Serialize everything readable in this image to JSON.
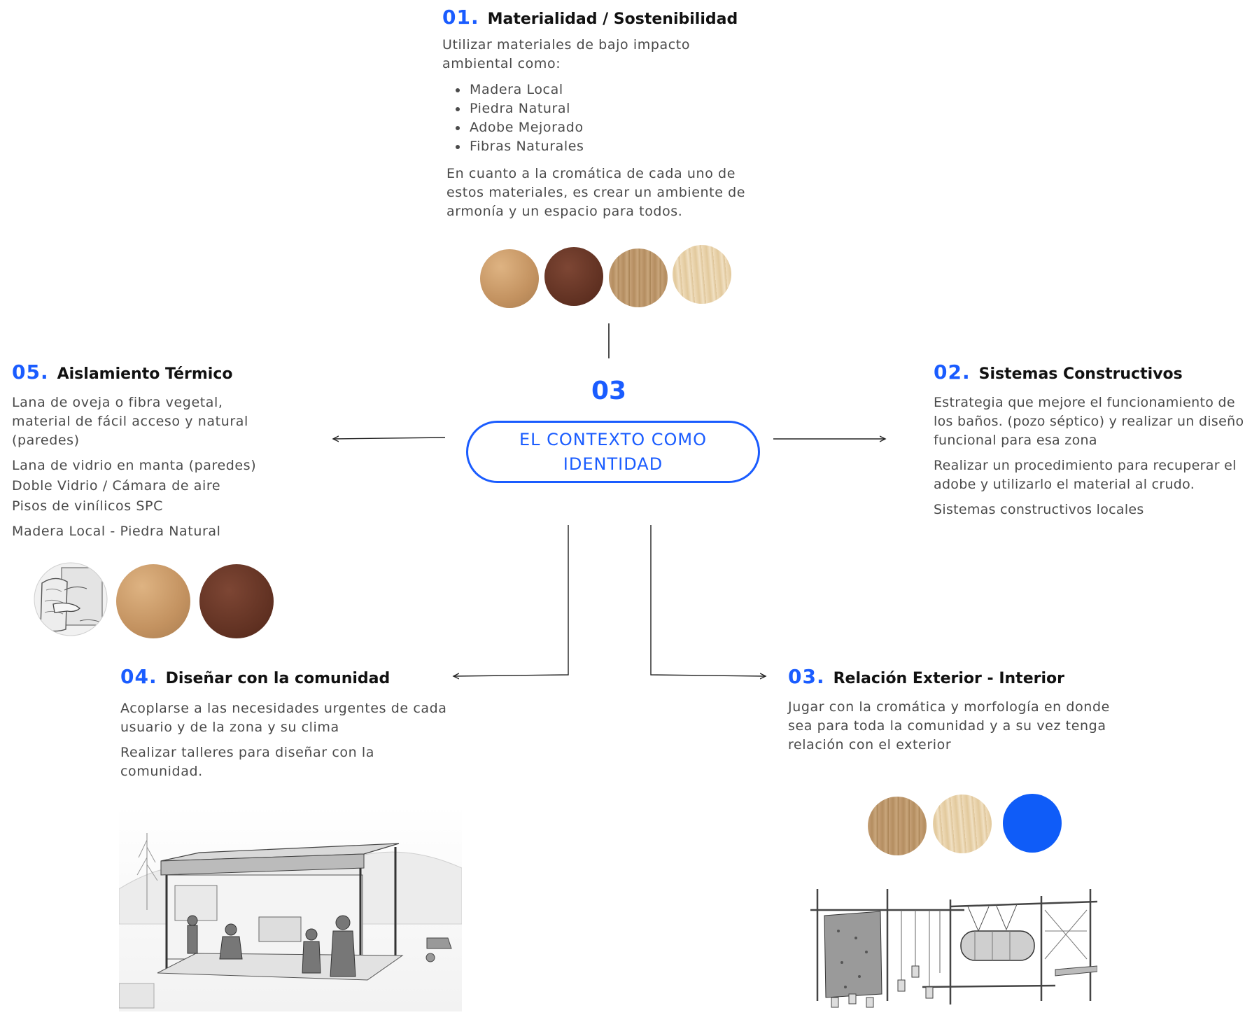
{
  "center": {
    "number": "03",
    "label_line1": "EL CONTEXTO COMO",
    "label_line2": "IDENTIDAD"
  },
  "sections": {
    "s01": {
      "number": "01.",
      "title": "Materialidad / Sostenibilidad",
      "intro": "Utilizar materiales de bajo impacto ambiental como:",
      "items": [
        "Madera Local",
        "Piedra Natural",
        "Adobe Mejorado",
        "Fibras Naturales"
      ],
      "body": "En cuanto a la cromática de cada uno de estos materiales, es crear un ambiente de armonía y un espacio para todos."
    },
    "s02": {
      "number": "02.",
      "title": "Sistemas Constructivos",
      "p1": "Estrategia que mejore el funcionamiento de los baños. (pozo séptico) y realizar un diseño funcional para esa zona",
      "p2": "Realizar un procedimiento para recuperar el adobe y utilizarlo el material al crudo.",
      "p3": "Sistemas constructivos locales"
    },
    "s03": {
      "number": "03.",
      "title": "Relación Exterior - Interior",
      "p1": "Jugar con la cromática y morfología en donde sea para toda la comunidad y a su vez tenga relación con el exterior"
    },
    "s04": {
      "number": "04.",
      "title": "Diseñar con la comunidad",
      "p1": "Acoplarse a las necesidades urgentes de cada usuario y de la zona y su clima",
      "p2": "Realizar talleres para diseñar con la comunidad."
    },
    "s05": {
      "number": "05.",
      "title": "Aislamiento Térmico",
      "p1": "Lana de oveja o fibra vegetal, material de fácil acceso y natural (paredes)",
      "p2": "Lana de vidrio en manta (paredes)",
      "p3": "Doble Vidrio / Cámara de aire",
      "p4": "Pisos de vinílicos SPC",
      "p5": "Madera Local - Piedra Natural"
    }
  },
  "colors": {
    "accent_blue": "#1a5cff",
    "cork": "#c99a66",
    "dark_wood": "#6a3828",
    "medium_wood": "#b99466",
    "light_wood": "#e8d3ac"
  },
  "swatches": {
    "s01": [
      "cork",
      "dark-wood",
      "medium-wood",
      "light-wood"
    ],
    "s05": [
      "wool-insulation-sketch",
      "cork",
      "dark-wood"
    ],
    "s03": [
      "medium-wood",
      "light-wood",
      "blue"
    ]
  }
}
